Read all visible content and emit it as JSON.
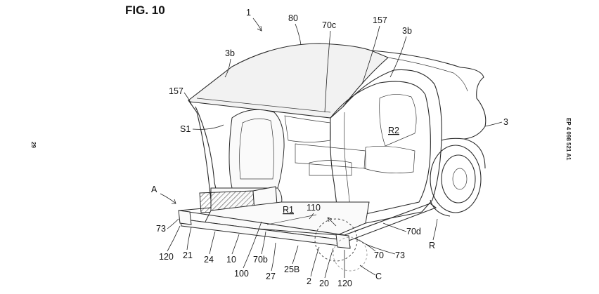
{
  "figure": {
    "title": "FIG. 10",
    "side_text": "EP 4 098 521 A1",
    "page_number": "29"
  },
  "labels": {
    "l1": "1",
    "l80": "80",
    "l70c": "70c",
    "l157_top": "157",
    "l3b_right": "3b",
    "l3b_left": "3b",
    "l157_left": "157",
    "lS1": "S1",
    "l3": "3",
    "lR2": "R2",
    "lA": "A",
    "lR1": "R1",
    "l110": "110",
    "l70d": "70d",
    "l73_left": "73",
    "l73_right": "73",
    "l70": "70",
    "lR": "R",
    "l120_left": "120",
    "l21": "21",
    "l24": "24",
    "l10": "10",
    "l70b": "70b",
    "l100": "100",
    "l27": "27",
    "l25B": "25B",
    "l2": "2",
    "l20": "20",
    "l120_bottom": "120",
    "lC": "C"
  }
}
